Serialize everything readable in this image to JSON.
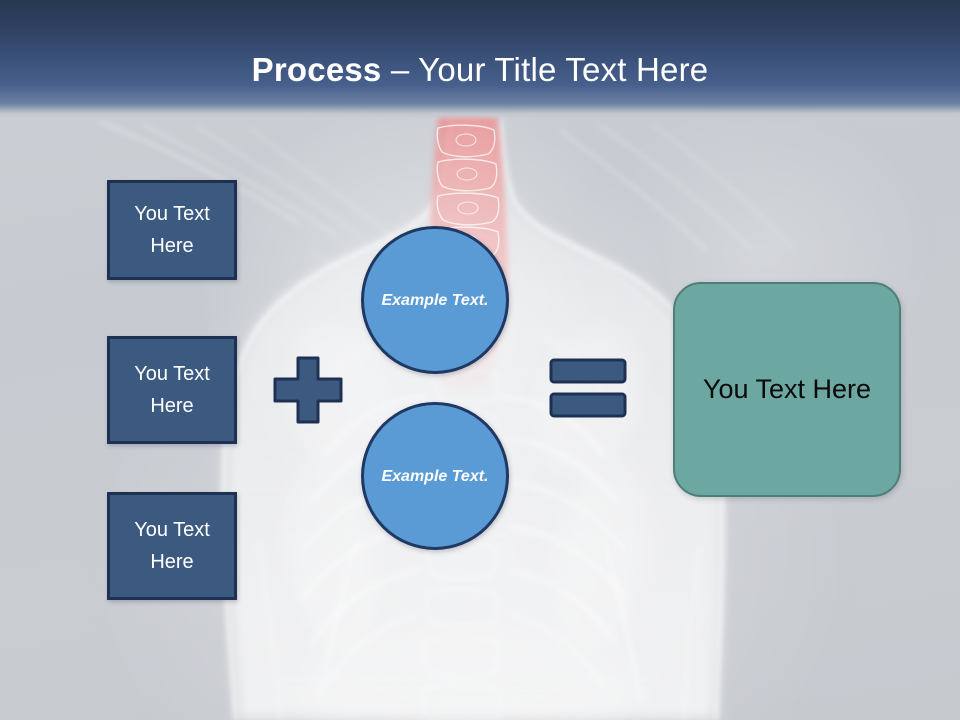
{
  "slide": {
    "title_strong": "Process",
    "title_rest": " – Your Title Text Here"
  },
  "inputs": [
    {
      "label": "You Text Here"
    },
    {
      "label": "You Text Here"
    },
    {
      "label": "You Text Here"
    }
  ],
  "circles": [
    {
      "label": "Example Text."
    },
    {
      "label": "Example Text."
    }
  ],
  "operators": {
    "plus": "+",
    "equals": "="
  },
  "result": {
    "label": "You Text Here"
  },
  "colors": {
    "header_top": "#27374f",
    "header_bottom": "#46608c",
    "box_fill": "#3c5a80",
    "box_border": "#1e3152",
    "circle_fill": "#5b9bd5",
    "circle_border": "#1f3864",
    "result_fill": "#6ca8a1",
    "result_border": "#4e7e79",
    "background": "#c9cdd2",
    "title_text": "#ffffff",
    "spine_highlight": "#f0a0a0"
  },
  "background": {
    "artwork": "xray-human-torso-spine",
    "highlight_region": "cervical-spine"
  }
}
